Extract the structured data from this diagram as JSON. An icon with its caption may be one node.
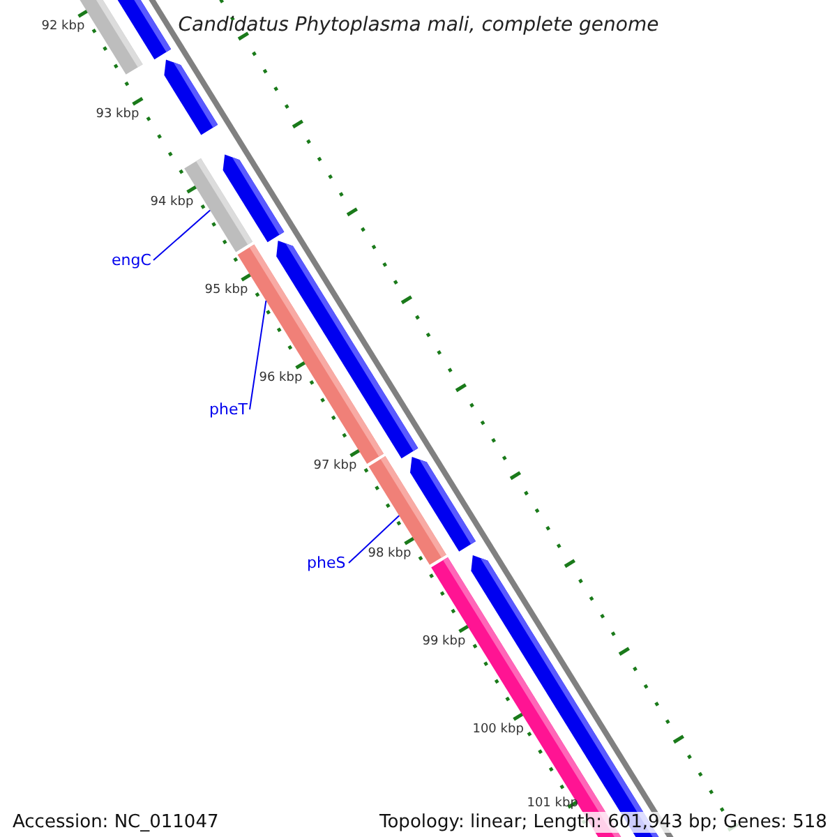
{
  "diagram": {
    "title": "Candidatus Phytoplasma mali, complete genome",
    "nodes": [
      {
        "text": [
          "engC"
        ]
      },
      {
        "text": [],
        "shape": "bar"
      },
      {
        "text": [
          "pheT"
        ]
      },
      {
        "text": [],
        "shape": "bar"
      },
      {
        "text": [
          "pheS"
        ]
      },
      {
        "text": [],
        "shape": "bar"
      }
    ],
    "edges": [
      {
        "from": 0,
        "to": 1,
        "arrow": "none"
      },
      {
        "from": 2,
        "to": 3,
        "arrow": "none"
      },
      {
        "from": 4,
        "to": 5,
        "arrow": "none"
      }
    ],
    "labels": [
      "92 kbp",
      "93 kbp",
      "94 kbp",
      "95 kbp",
      "96 kbp",
      "97 kbp",
      "98 kbp",
      "99 kbp",
      "100 kbp",
      "101 kbp",
      "Accession: NC_011047",
      "Topology: linear; Length: 601,943 bp; Genes: 518"
    ]
  }
}
